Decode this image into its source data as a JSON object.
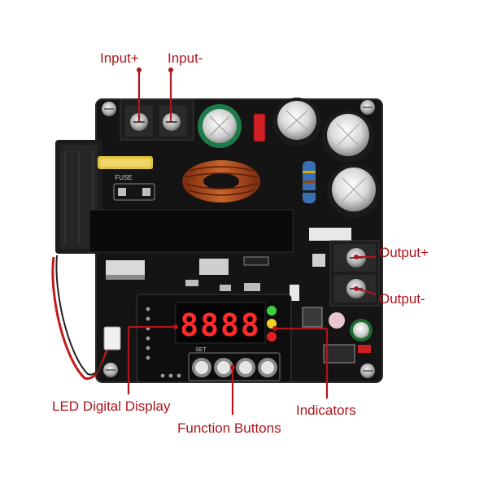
{
  "labels": {
    "input_plus": "Input+",
    "input_minus": "Input-",
    "output_plus": "Output+",
    "output_minus": "Output-",
    "led_display": "LED Digital Display",
    "function_buttons": "Function Buttons",
    "indicators": "Indicators"
  },
  "board": {
    "fuse_text": "FUSE",
    "display_digits": "8888",
    "button_marks": [
      "SET",
      "",
      "",
      ""
    ]
  },
  "colors": {
    "callout": "#b0151b",
    "board": "#141414",
    "display_segment": "#ff2a2a",
    "indicator_green": "#3ecf3e",
    "indicator_yellow": "#f0d020",
    "indicator_red": "#e02020"
  }
}
